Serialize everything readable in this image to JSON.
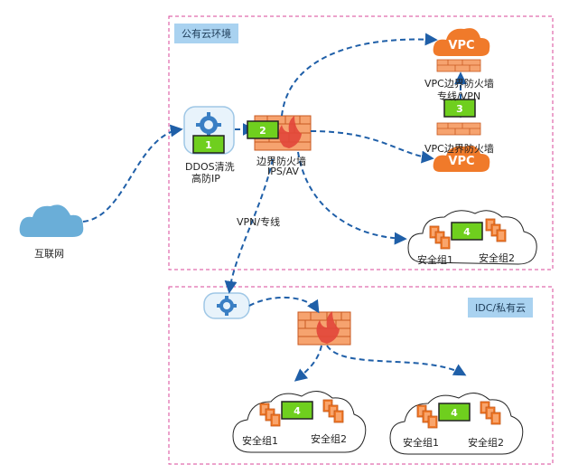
{
  "regions": {
    "public_cloud": "公有云环境",
    "idc": "IDC/私有云"
  },
  "nodes": {
    "internet": "互联网",
    "ddos_line1": "DDOS清洗",
    "ddos_line2": "高防IP",
    "border_fw_line1": "边界防火墙",
    "border_fw_line2": "IPS/AV",
    "vpc_top_line1": "VPC边界防火墙",
    "vpc_top_line2": "专线/VPN",
    "vpc_bottom": "VPC边界防火墙",
    "vpc_text": "VPC",
    "vpn_link": "VPN/专线",
    "sg1": "安全组1",
    "sg2": "安全组2"
  },
  "badges": {
    "ddos": "1",
    "border_fw": "2",
    "vpc_fw": "3",
    "cloud_sg": "4",
    "idc_sg_left": "4",
    "idc_sg_right": "4"
  },
  "colors": {
    "region_border": "#d9479a",
    "tag_bg": "#a9d2f0",
    "badge_green": "#6fcf1e",
    "firewall_orange": "#f0783c",
    "vpc_orange": "#f07a2a",
    "cloud_blue": "#6aaed8",
    "arrow_blue": "#1f5fa8"
  }
}
